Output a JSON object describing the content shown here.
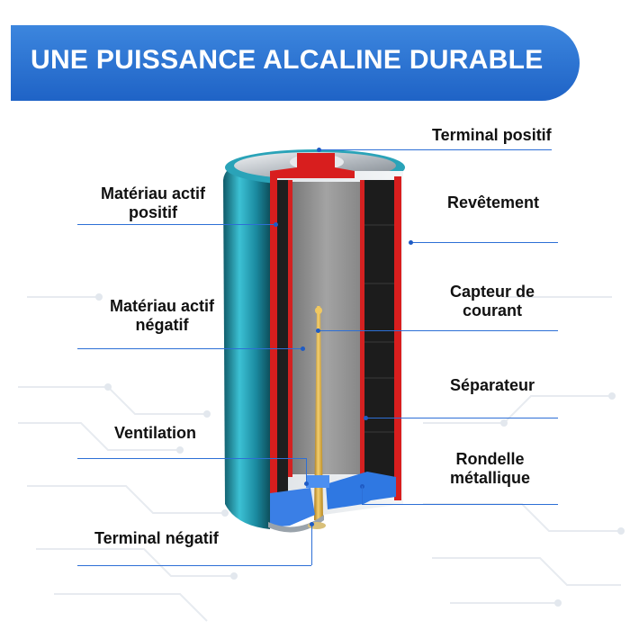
{
  "header": {
    "title": "UNE PUISSANCE ALCALINE DURABLE"
  },
  "labels": {
    "terminal_positif": "Terminal positif",
    "revetement": "Revêtement",
    "capteur_line1": "Capteur de",
    "capteur_line2": "courant",
    "separateur": "Séparateur",
    "rondelle_line1": "Rondelle",
    "rondelle_line2": "métallique",
    "materiau_pos_line1": "Matériau actif",
    "materiau_pos_line2": "positif",
    "materiau_neg_line1": "Matériau actif",
    "materiau_neg_line2": "négatif",
    "ventilation": "Ventilation",
    "terminal_negatif": "Terminal négatif"
  },
  "colors": {
    "banner": "#2a72d4",
    "leader": "#2d6fd6",
    "casing": "#2aa3b8",
    "red_layer": "#d81e1e",
    "cathode": "#1c1c1c",
    "anode": "#8f8f8f",
    "pin": "#e0b040",
    "blue_parts": "#3a7fe6"
  }
}
